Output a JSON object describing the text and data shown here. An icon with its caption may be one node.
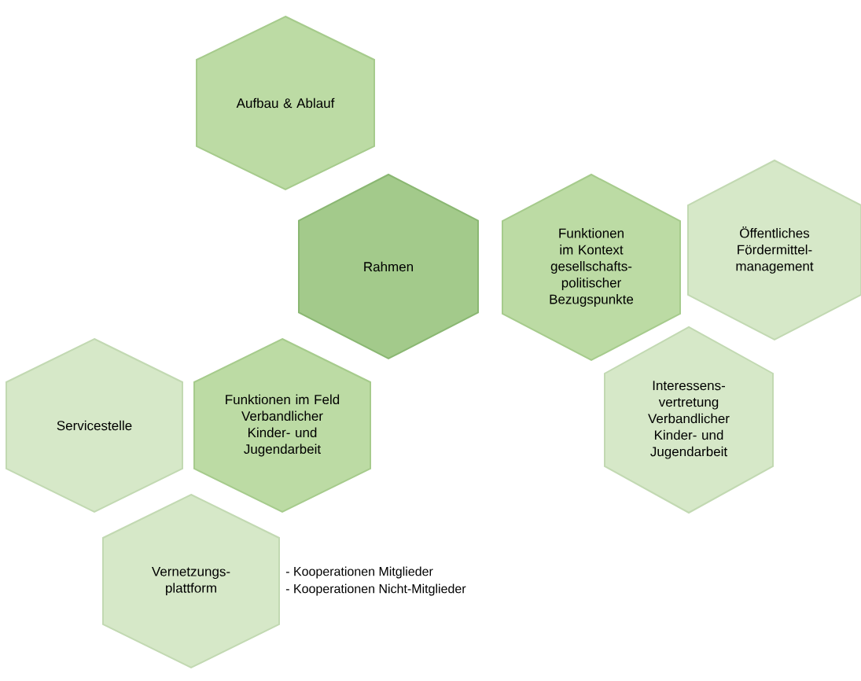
{
  "diagram": {
    "nodes": [
      {
        "text": [
          "Aufbau & Ablauf"
        ]
      },
      {
        "text": [
          "Rahmen"
        ]
      },
      {
        "text": [
          "Funktionen im Kontext gesellschafts-politischer Bezugspunkte"
        ]
      },
      {
        "text": [
          "Öffentliches Fördermittel-management"
        ]
      },
      {
        "text": [
          "Servicestelle"
        ]
      },
      {
        "text": [
          "Funktionen im Feld Verbandlicher Kinder- und Jugendarbeit"
        ]
      },
      {
        "text": [
          "Interessens-vertretung Verbandlicher Kinder- und Jugendarbeit"
        ]
      },
      {
        "text": [
          "Vernetzungs-plattform"
        ],
        "beside": [
          "- Kooperationen Mitglieder",
          "- Kooperationen Nicht-Mitglieder"
        ]
      }
    ]
  }
}
